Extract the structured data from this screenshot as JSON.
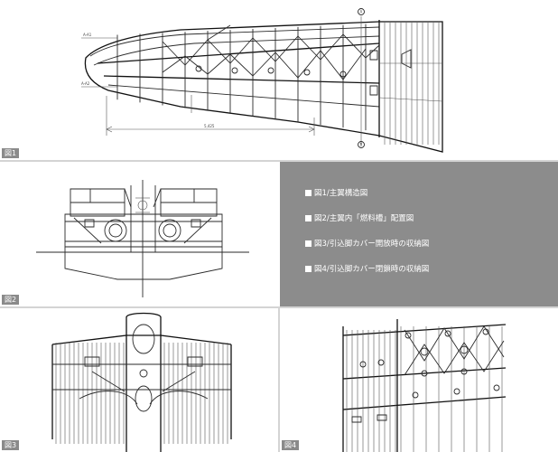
{
  "figures": [
    {
      "tag": "図1"
    },
    {
      "tag": "図2"
    },
    {
      "tag": "図3"
    },
    {
      "tag": "図4"
    }
  ],
  "captions": [
    "図1/主翼構造図",
    "図2/主翼内「燃料槽」配置図",
    "図3/引込脚カバー開放時の収納図",
    "図4/引込脚カバー閉鎖時の収納図"
  ],
  "figure1": {
    "dimension_label": "5,425",
    "section_marks": [
      "A",
      "B"
    ]
  },
  "colors": {
    "caption_panel": "#8c8c8c",
    "tag_background": "#8a8a8a",
    "divider": "#d4d4d4"
  }
}
